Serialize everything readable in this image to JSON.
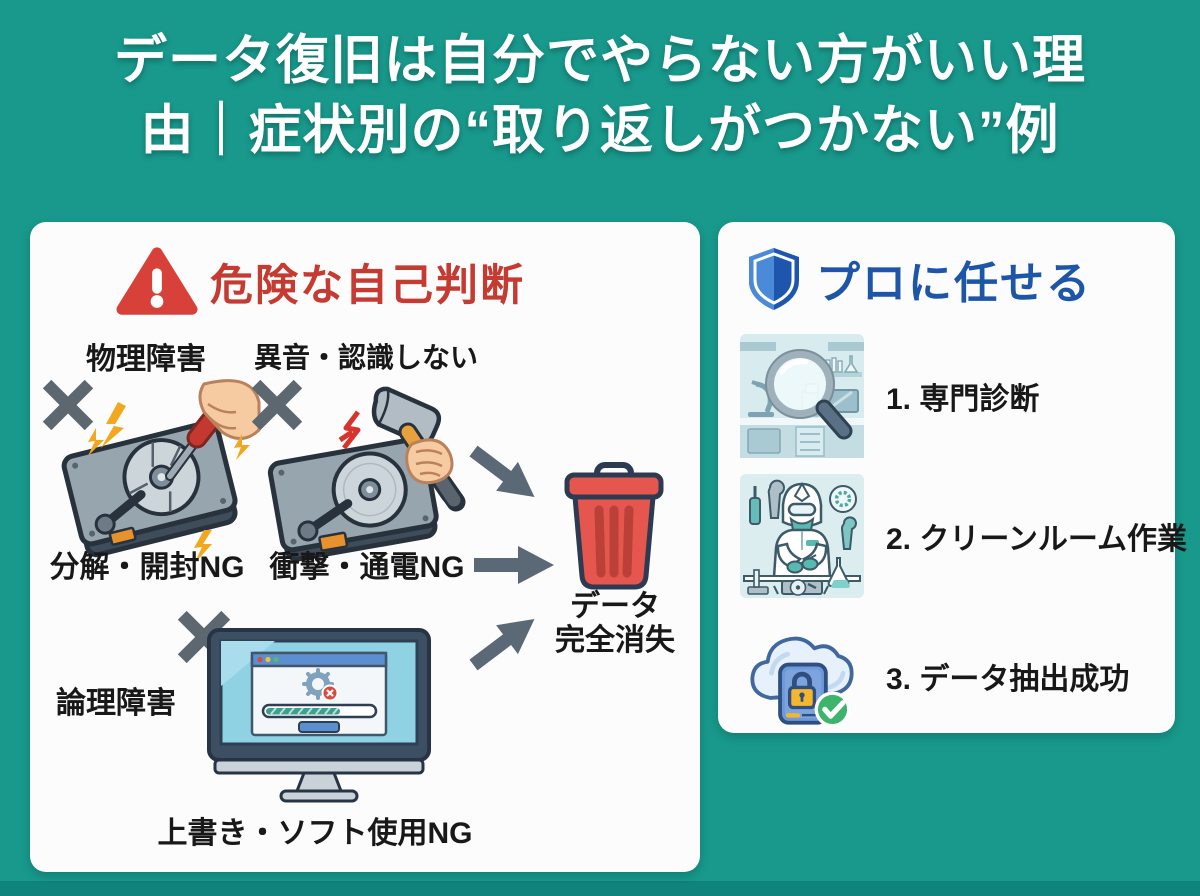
{
  "title": {
    "line1": "データ復旧は自分でやらない方がいい理",
    "line2": "由｜症状別の“取り返しがつかない”例"
  },
  "danger_panel": {
    "header": "危険な自己判断",
    "physical_label": "物理障害",
    "noise_label": "異音・認識しない",
    "disassembly_caption": "分解・開封NG",
    "impact_caption": "衝撃・通電NG",
    "logical_label": "論理障害",
    "overwrite_caption": "上書き・ソフト使用NG",
    "result_line1": "データ",
    "result_line2": "完全消失"
  },
  "pro_panel": {
    "header": "プロに任せる",
    "steps": [
      {
        "label": "1. 専門診断",
        "icon": "lab-magnifier-illustration"
      },
      {
        "label": "2. クリーンルーム作業",
        "icon": "cleanroom-technician-illustration"
      },
      {
        "label": "3. データ抽出成功",
        "icon": "cloud-lock-success-illustration"
      }
    ]
  },
  "icons": {
    "warning": "warning-triangle-icon",
    "shield": "shield-icon",
    "prohibited": "x-mark-icon",
    "arrow": "arrow-icon",
    "trash": "trash-can-icon",
    "hdd_screwdriver": "hdd-screwdriver-hand-illustration",
    "hdd_hammer": "hdd-hammer-hand-illustration",
    "monitor": "monitor-error-progress-illustration"
  },
  "colors": {
    "background": "#18998c",
    "background_bottom": "#10837c",
    "panel": "#fcfcfc",
    "danger_red": "#c53a31",
    "triangle_red": "#d8413a",
    "pro_blue": "#1d55a8",
    "text_dark": "#181818",
    "gray_mark": "#5d6770",
    "arrow_gray": "#5b6875",
    "trash_red": "#e4564e",
    "spark_yellow": "#f2a81e",
    "screen_cyan": "#8fd2e4",
    "accent_teal": "#3aa08f"
  }
}
